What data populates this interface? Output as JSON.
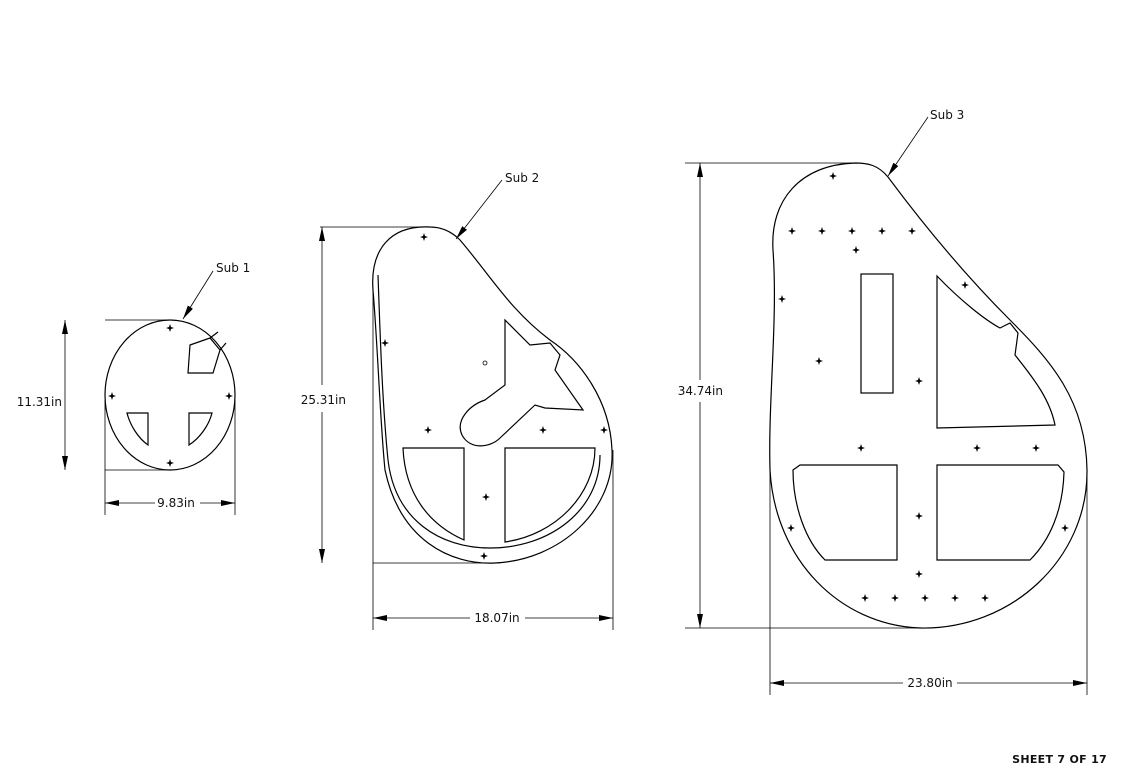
{
  "parts": [
    {
      "label": "Sub 1",
      "height": "11.31in",
      "width": "9.83in"
    },
    {
      "label": "Sub 2",
      "height": "25.31in",
      "width": "18.07in"
    },
    {
      "label": "Sub 3",
      "height": "34.74in",
      "width": "23.80in"
    }
  ],
  "sheet": {
    "text": "SHEET  7  OF 17"
  },
  "colors": {
    "line": "#000000",
    "background": "#ffffff"
  }
}
